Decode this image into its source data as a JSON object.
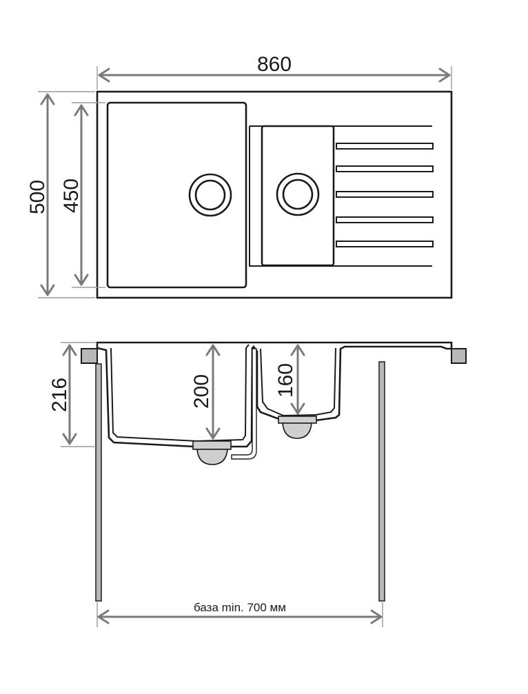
{
  "top_view": {
    "width_label": "860",
    "depth_outer_label": "500",
    "depth_bowl_label": "450"
  },
  "side_view": {
    "cabinet_height_label": "216",
    "main_bowl_depth_label": "200",
    "second_bowl_depth_label": "160",
    "base_label": "база min. 700 мм"
  },
  "colors": {
    "line": "#1a1a1a",
    "dimension_arrow": "#7a7a7a",
    "cabinet_fill": "#b8b8b8",
    "drain_fill": "#cfcfcf"
  }
}
